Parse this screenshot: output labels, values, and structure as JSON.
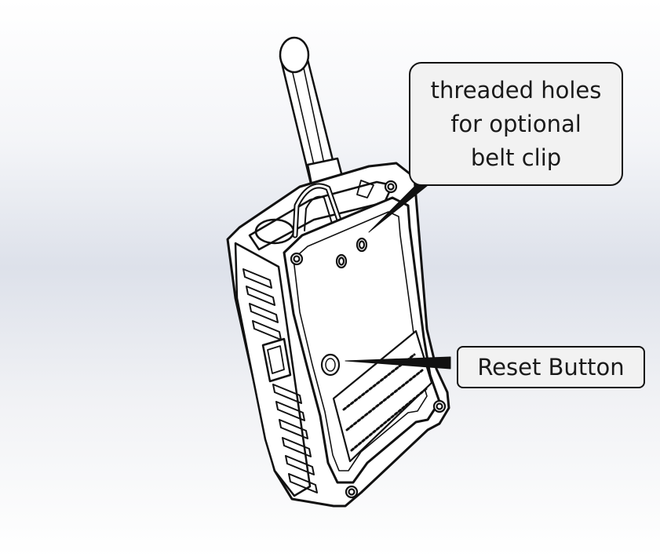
{
  "callouts": {
    "holes": {
      "lines": [
        "threaded holes",
        "for optional",
        "belt clip"
      ]
    },
    "reset": {
      "label": "Reset Button"
    }
  },
  "colors": {
    "line": "#111111",
    "device_fill": "#ffffff",
    "callout_fill": "#f2f2f2"
  }
}
